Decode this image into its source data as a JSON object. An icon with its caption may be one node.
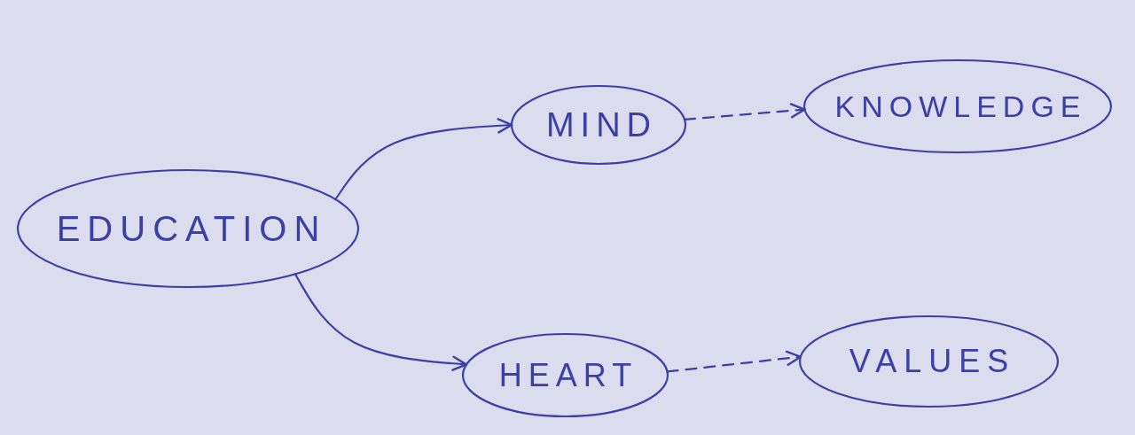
{
  "diagram": {
    "nodes": [
      {
        "text": [
          "EDUCATION"
        ]
      },
      {
        "text": [
          "MIND"
        ]
      },
      {
        "text": [
          "KNOWLEDGE"
        ]
      },
      {
        "text": [
          "HEART"
        ]
      },
      {
        "text": [
          "VALUES"
        ]
      }
    ],
    "edges": [
      {
        "from": 0,
        "to": 1,
        "arrow": "to"
      },
      {
        "from": 1,
        "to": 2,
        "arrow": "to",
        "style": "dashed"
      },
      {
        "from": 0,
        "to": 3,
        "arrow": "to"
      },
      {
        "from": 3,
        "to": 4,
        "arrow": "to",
        "style": "dashed"
      }
    ]
  }
}
